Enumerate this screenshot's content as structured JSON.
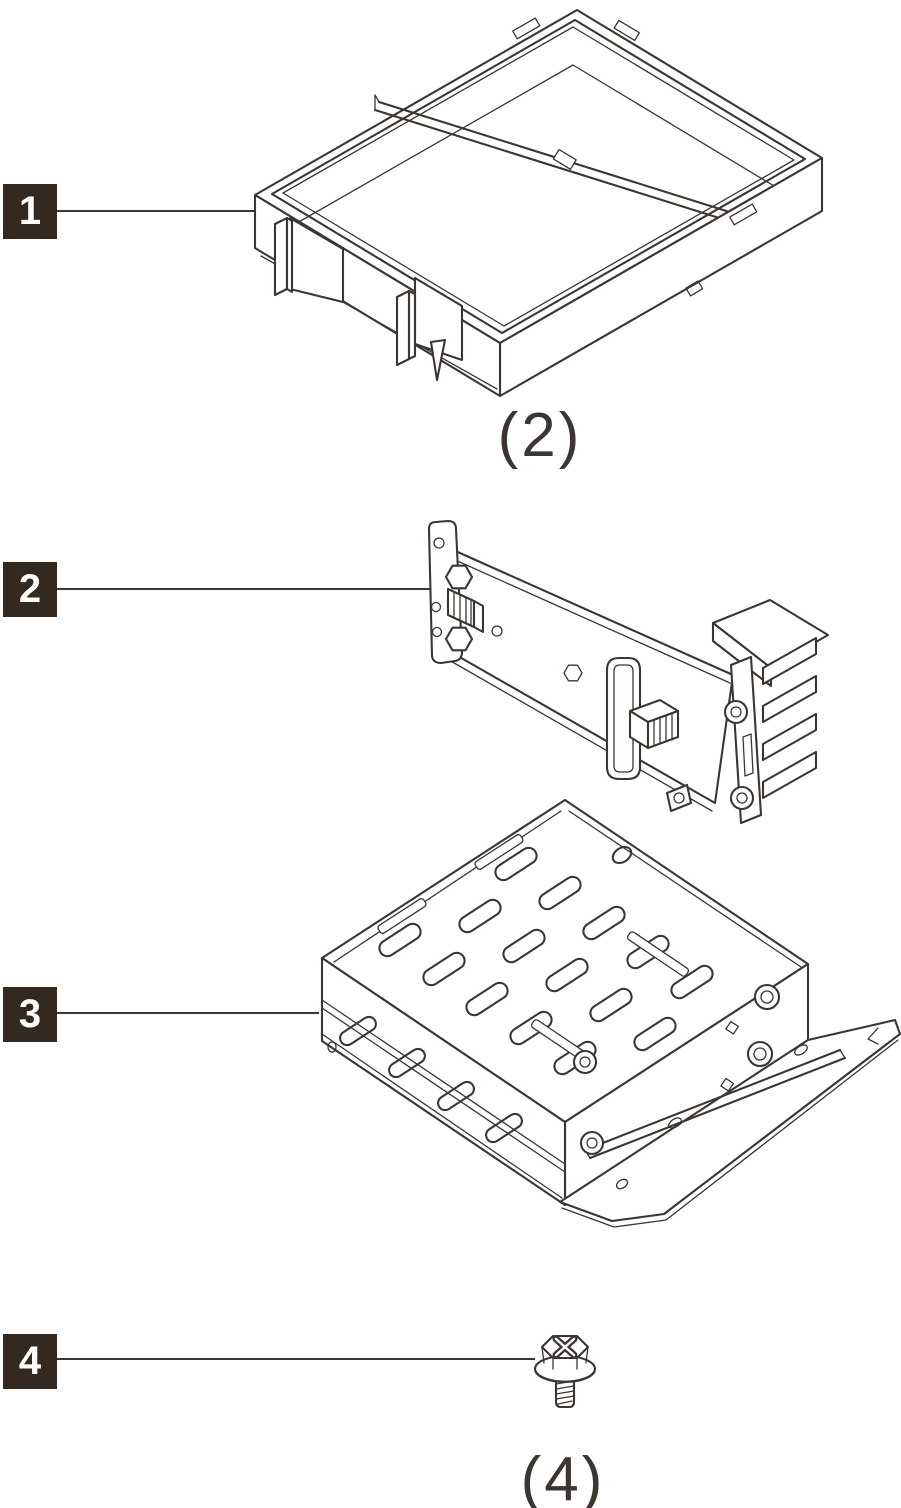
{
  "colors": {
    "background": "#ffffff",
    "line": "#3c3632",
    "label_background": "#332920",
    "label_text": "#ffffff"
  },
  "diagram": {
    "callouts": [
      {
        "label": "1",
        "part_icon": "bay-filler-illustration",
        "quantity": "(2)"
      },
      {
        "label": "2",
        "part_icon": "backplane-illustration",
        "quantity": ""
      },
      {
        "label": "3",
        "part_icon": "drive-cage-illustration",
        "quantity": ""
      },
      {
        "label": "4",
        "part_icon": "screw-illustration",
        "quantity": "(4)"
      }
    ]
  }
}
